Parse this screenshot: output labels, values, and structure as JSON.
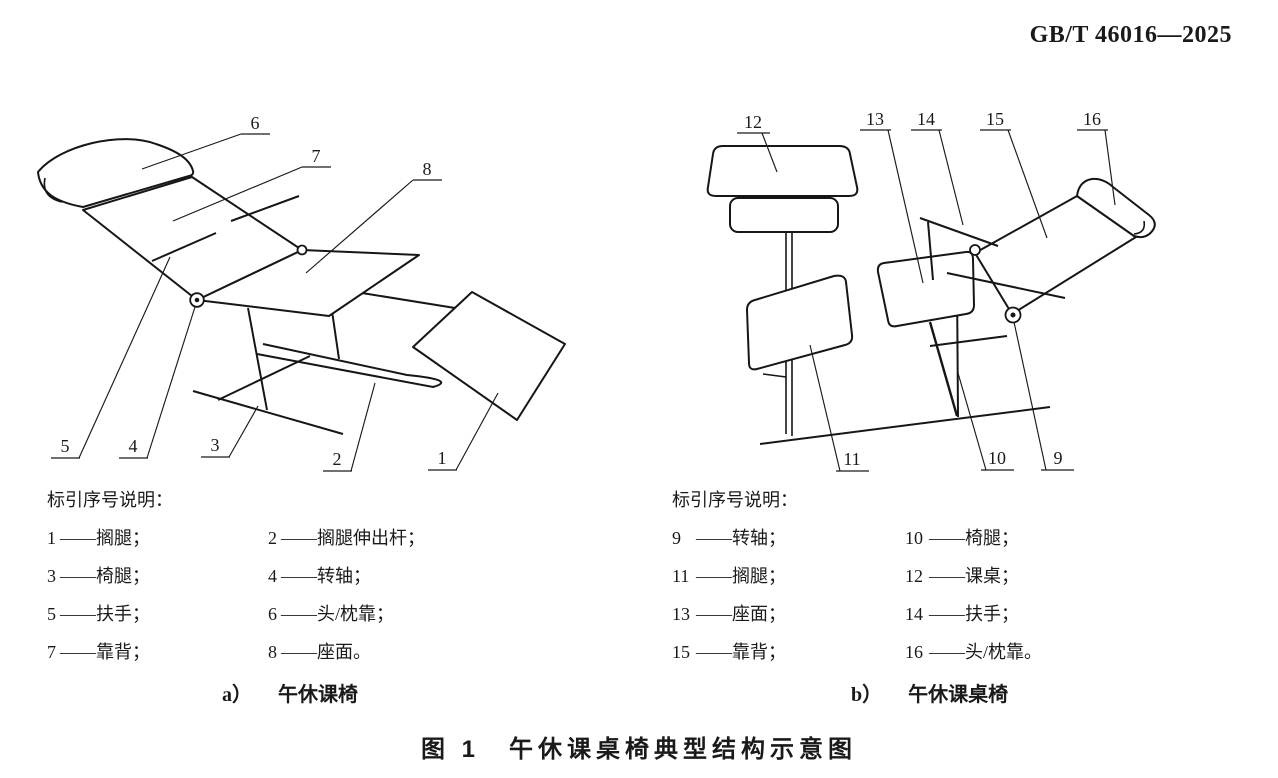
{
  "doc": {
    "standard_code": "GB/T 46016—2025"
  },
  "figure": {
    "caption": "图 1　午休课桌椅典型结构示意图",
    "sub_a_prefix": "a）",
    "sub_a_title": "午休课椅",
    "sub_b_prefix": "b）",
    "sub_b_title": "午休课桌椅"
  },
  "diagram_a": {
    "labels": [
      "1",
      "2",
      "3",
      "4",
      "5",
      "6",
      "7",
      "8"
    ]
  },
  "diagram_b": {
    "labels": [
      "9",
      "10",
      "11",
      "12",
      "13",
      "14",
      "15",
      "16"
    ]
  },
  "legend_a": {
    "heading": "标引序号说明：",
    "items": [
      {
        "num": "1",
        "dash": "——",
        "term": "搁腿；"
      },
      {
        "num": "2",
        "dash": "——",
        "term": "搁腿伸出杆；"
      },
      {
        "num": "3",
        "dash": "——",
        "term": "椅腿；"
      },
      {
        "num": "4",
        "dash": "——",
        "term": "转轴；"
      },
      {
        "num": "5",
        "dash": "——",
        "term": "扶手；"
      },
      {
        "num": "6",
        "dash": "——",
        "term": "头/枕靠；"
      },
      {
        "num": "7",
        "dash": "——",
        "term": "靠背；"
      },
      {
        "num": "8",
        "dash": "——",
        "term": "座面。"
      }
    ]
  },
  "legend_b": {
    "heading": "标引序号说明：",
    "items": [
      {
        "num": "9",
        "dash": "——",
        "term": "转轴；"
      },
      {
        "num": "10",
        "dash": "——",
        "term": "椅腿；"
      },
      {
        "num": "11",
        "dash": "——",
        "term": "搁腿；"
      },
      {
        "num": "12",
        "dash": "——",
        "term": "课桌；"
      },
      {
        "num": "13",
        "dash": "——",
        "term": "座面；"
      },
      {
        "num": "14",
        "dash": "——",
        "term": "扶手；"
      },
      {
        "num": "15",
        "dash": "——",
        "term": "靠背；"
      },
      {
        "num": "16",
        "dash": "——",
        "term": "头/枕靠。"
      }
    ]
  },
  "colors": {
    "ink": "#161616",
    "paper": "#ffffff"
  }
}
